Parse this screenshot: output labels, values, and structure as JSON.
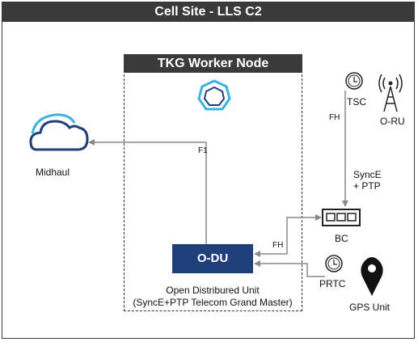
{
  "title": "Cell Site - LLS C2",
  "node": {
    "title": "TKG Worker Node"
  },
  "odu": {
    "label": "O-DU",
    "caption_line1": "Open Distribured Unit",
    "caption_line2": "(SyncE+PTP Telecom Grand Master)"
  },
  "midhaul": {
    "label": "Midhaul"
  },
  "links": {
    "f1": "F1",
    "fh_top": "FH",
    "fh_bottom": "FH",
    "tsc": "TSC",
    "prtc": "PRTC",
    "sync_line1": "SyncE",
    "sync_line2": "+ PTP"
  },
  "oru": {
    "label": "O-RU"
  },
  "bc": {
    "label": "BC"
  },
  "gps": {
    "label": "GPS Unit"
  },
  "icons": {
    "cloud": "cloud-icon",
    "kubernetes": "kubernetes-icon",
    "clock_tsc": "clock-icon",
    "clock_prtc": "clock-icon",
    "antenna": "antenna-tower-icon",
    "switch": "network-switch-icon",
    "gps": "map-pin-icon"
  },
  "colors": {
    "header_bg": "#3a3a3a",
    "odu_bg": "#1f3f7a",
    "cloud_outline": "#1f3f7a",
    "cloud_accent": "#3bb3e0",
    "connector": "#888888"
  }
}
